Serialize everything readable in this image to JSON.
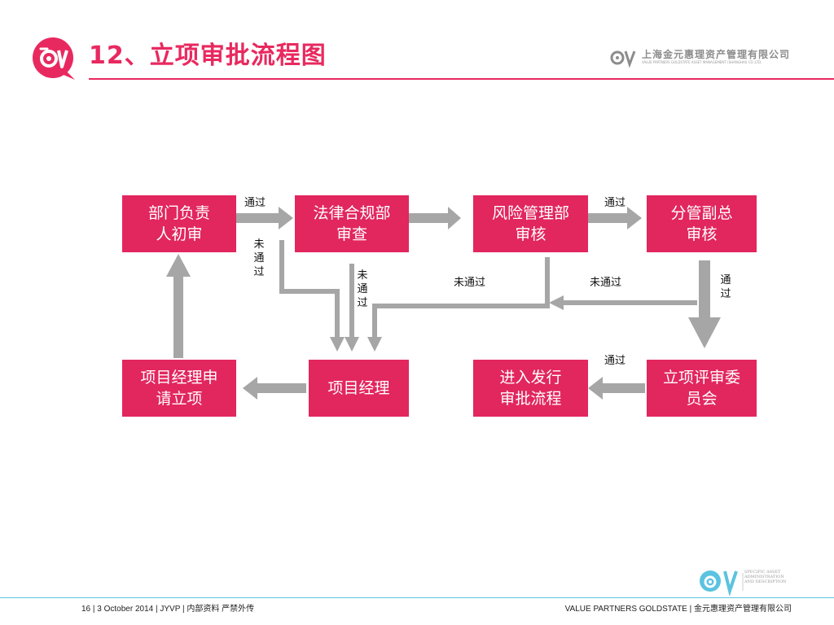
{
  "header": {
    "title": "12、立项审批流程图",
    "company_name": "上海金元惠理资产管理有限公司",
    "company_name_en": "VALUE PARTNERS GOLDSTATE ASSET MANAGEMENT (SHANGHAI) CO.,LTD."
  },
  "flow": {
    "nodes": {
      "dept_review": [
        "部门负责",
        "人初审"
      ],
      "legal_review": [
        "法律合规部",
        "审查"
      ],
      "risk_review": [
        "风险管理部",
        "审核"
      ],
      "vp_review": [
        "分管副总",
        "审核"
      ],
      "pm_apply": [
        "项目经理申",
        "请立项"
      ],
      "pm": [
        "项目经理"
      ],
      "issue_flow": [
        "进入发行",
        "审批流程"
      ],
      "committee": [
        "立项评审委",
        "员会"
      ]
    },
    "labels": {
      "pass_1": "通过",
      "pass_2": "通过",
      "pass_3": "通过",
      "pass_4": "通过",
      "fail_1": "未通过",
      "fail_2": "未通过",
      "fail_3": "未通过",
      "fail_4": "未通过"
    }
  },
  "footer": {
    "left": "16   | 3 October 2014  | JYVP   |   内部资料 严禁外传",
    "right": "VALUE  PARTNERS  GOLDSTATE | 金元惠理资产管理有限公司",
    "badge_text": "SPECIFIC ASSET ADMINISTRATION AND DESCRIPTION"
  },
  "colors": {
    "brand": "#e2265e",
    "arrow": "#a6a6a6",
    "rule_top": "#e8295f",
    "rule_bottom": "#57c6e2"
  },
  "icons": [
    "brand-logo-icon",
    "company-logo-icon",
    "footer-logo-icon",
    "arrow-right-icon",
    "arrow-left-icon",
    "arrow-up-icon",
    "arrow-down-icon"
  ]
}
